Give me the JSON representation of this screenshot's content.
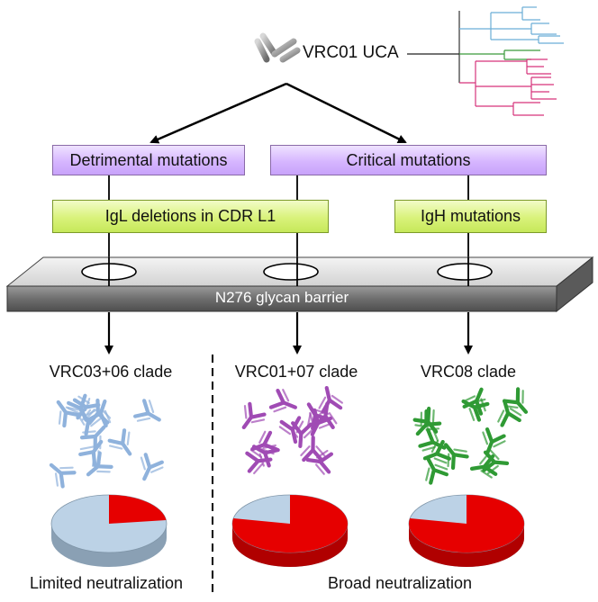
{
  "root": {
    "label": "VRC01 UCA"
  },
  "mutations": {
    "detrimental": "Detrimental mutations",
    "critical": "Critical mutations",
    "igl_deletions": "IgL deletions in CDR L1",
    "igh_mutations": "IgH mutations"
  },
  "barrier": {
    "label": "N276 glycan barrier"
  },
  "clades": [
    {
      "name": "VRC03+06 clade",
      "antibody_color": "#8fb2dc",
      "neutralization_fraction": 0.23
    },
    {
      "name": "VRC01+07 clade",
      "antibody_color": "#a04bb4",
      "neutralization_fraction": 0.78
    },
    {
      "name": "VRC08 clade",
      "antibody_color": "#2f9a34",
      "neutralization_fraction": 0.78
    }
  ],
  "outcomes": {
    "limited": "Limited neutralization",
    "broad": "Broad neutralization"
  },
  "colors": {
    "neutralized": "#e60000",
    "not_neutralized": "#bcd2e6",
    "tree_blue": "#6baed6",
    "tree_green": "#3a9a3a",
    "tree_magenta": "#d6337a"
  }
}
